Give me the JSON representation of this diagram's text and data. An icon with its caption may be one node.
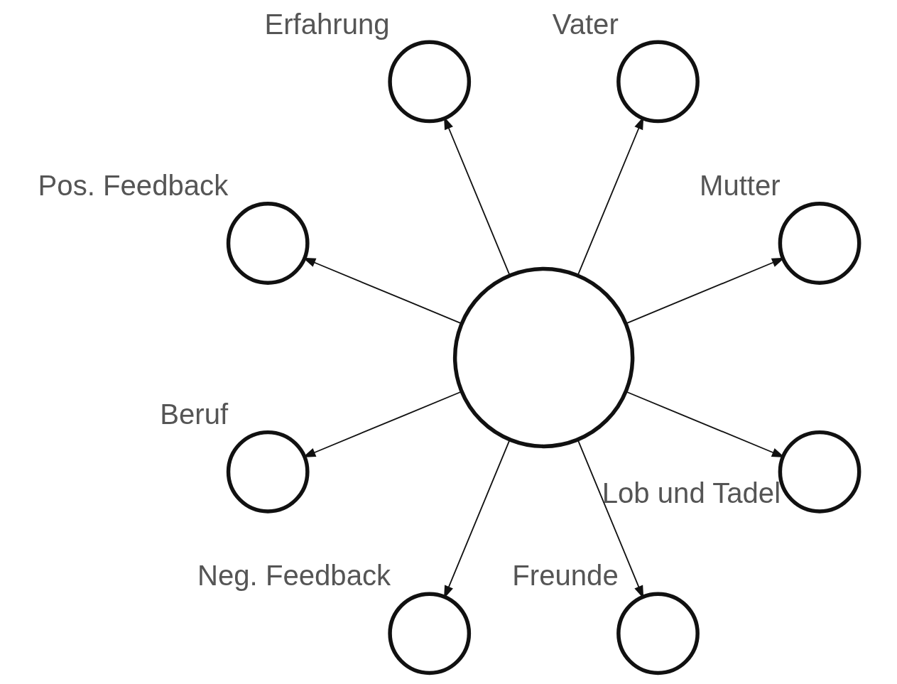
{
  "diagram": {
    "nodes": [
      {
        "text": [
          "Mutter"
        ]
      },
      {
        "text": [
          "Vater"
        ]
      },
      {
        "text": [
          "Erfahrung"
        ]
      },
      {
        "text": [
          "Pos. Feedback"
        ]
      },
      {
        "text": [],
        "shape": "circle"
      },
      {
        "text": [
          "Beruf"
        ]
      },
      {
        "text": [
          "Neg. Feedback"
        ]
      },
      {
        "text": [
          "Freunde"
        ]
      },
      {
        "text": [
          "Lob und Tadel"
        ]
      }
    ],
    "edges": [
      {
        "from": 4,
        "to": 0,
        "arrow": "to"
      },
      {
        "from": 4,
        "to": 1,
        "arrow": "to"
      },
      {
        "from": 4,
        "to": 3,
        "arrow": "to"
      },
      {
        "from": 4,
        "to": 6,
        "arrow": "to"
      },
      {
        "from": 4,
        "to": 8,
        "arrow": "to"
      },
      {
        "from": 4,
        "to": 7,
        "arrow": "to"
      },
      {
        "from": 4,
        "to": 5,
        "arrow": "to"
      },
      {
        "from": 4,
        "to": 2,
        "arrow": "to"
      }
    ]
  }
}
